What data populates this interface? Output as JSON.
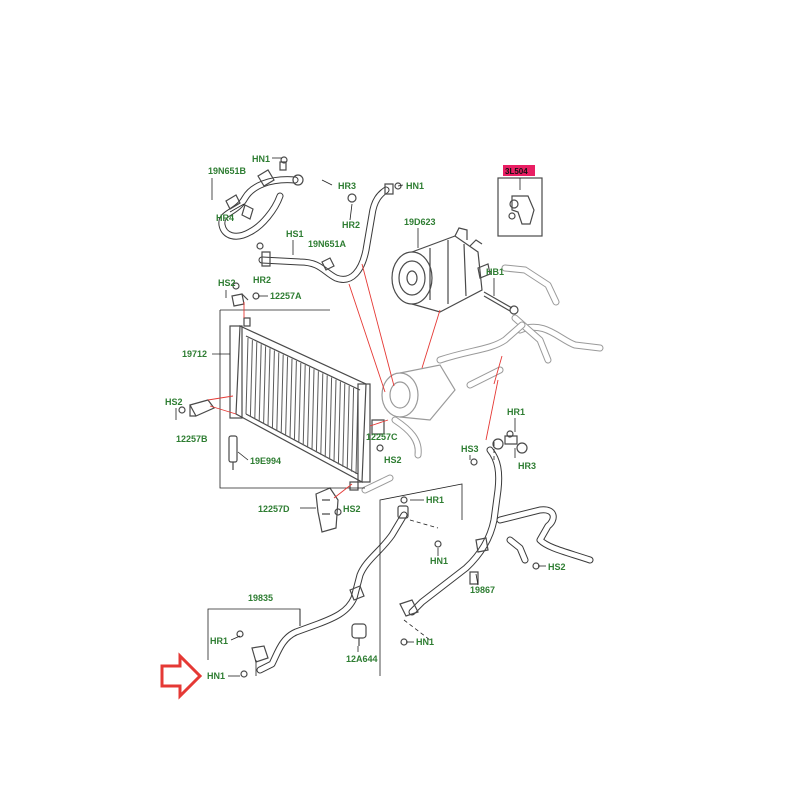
{
  "diagram": {
    "labels": {
      "hn1_top": "HN1",
      "p19n651b": "19N651B",
      "hr3_top": "HR3",
      "hn1_top2": "HN1",
      "hr4": "HR4",
      "hr2_top": "HR2",
      "hs1": "HS1",
      "p19n651a": "19N651A",
      "hr2_mid": "HR2",
      "hs2_top": "HS2",
      "p12257a": "12257A",
      "p19d623": "19D623",
      "hb1": "HB1",
      "p19712": "19712",
      "hs2_left": "HS2",
      "p12257b": "12257B",
      "p19e994": "19E994",
      "p12257c": "12257C",
      "hs2_center": "HS2",
      "hr1_right": "HR1",
      "hs3": "HS3",
      "hr3_right": "HR3",
      "p12257d": "12257D",
      "hs2_bottom": "HS2",
      "hr1_mid": "HR1",
      "hn1_mid": "HN1",
      "p19867": "19867",
      "hs2_right": "HS2",
      "p19835": "19835",
      "hr1_left": "HR1",
      "hn1_center": "HN1",
      "p12a644": "12A644",
      "hn1_bottom": "HN1",
      "inset_ref": "3L504"
    },
    "colors": {
      "callout_text": "#2e7d32",
      "inset_highlight": "#e91e63",
      "leader_red": "#e53935",
      "arrow": "#e53935",
      "linework": "#3a3a3a"
    },
    "icons": {
      "pointer": "right-arrow-outline-icon"
    }
  }
}
